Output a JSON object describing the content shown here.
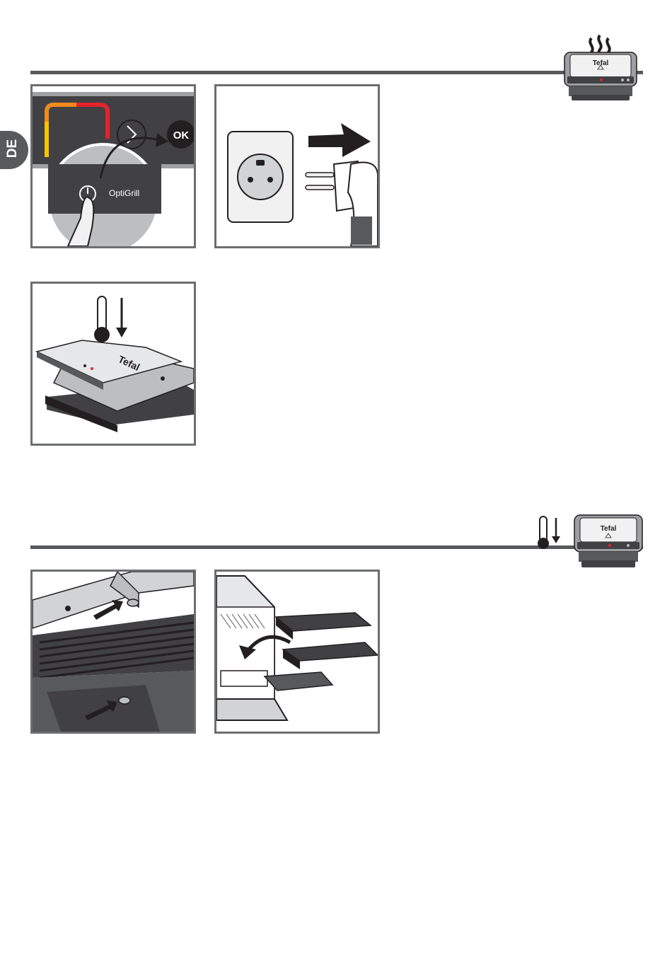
{
  "page": {
    "language_tab": "DE"
  },
  "section1": {
    "header_icon": "grill-with-steam-icon",
    "header_brand": "Tefal",
    "panels": [
      {
        "name": "power-button-panel",
        "icon": "finger-press-power-icon",
        "ok_label": "OK",
        "brand_label": "OptiGrill"
      },
      {
        "name": "unplug-panel",
        "icon": "unplug-from-socket-icon"
      },
      {
        "name": "cooldown-panel",
        "icon": "grill-cooling-icon",
        "brand_label": "Tefal"
      }
    ]
  },
  "section2": {
    "header_icon": "grill-cool-thermometer-icon",
    "header_brand": "Tefal",
    "panels": [
      {
        "name": "release-plates-panel",
        "icon": "plate-release-buttons-icon"
      },
      {
        "name": "dishwasher-panel",
        "icon": "dishwasher-plates-icon"
      }
    ]
  },
  "colors": {
    "rule": "#58595b",
    "frame": "#6d6e70",
    "indicator_blue": "#1f6fc8",
    "indicator_yellow": "#f5c400",
    "indicator_orange": "#f08a1c",
    "indicator_red": "#e3242b"
  }
}
